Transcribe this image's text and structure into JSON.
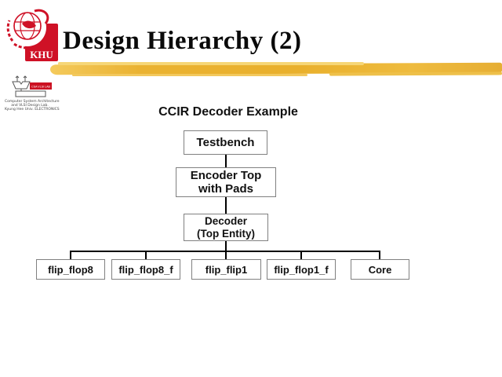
{
  "slide": {
    "title": "Design Hierarchy (2)",
    "university_logo_text": "KHU",
    "diagram_title": "CCIR Decoder Example"
  },
  "lab_logo": {
    "label": "CSA VLSI LAB",
    "caption_lines": [
      "Computer System Architecture",
      "and VLSI Design Lab.",
      "Kyung Hee Univ. ELECTRONICS"
    ]
  },
  "tree": {
    "root": "Testbench",
    "level2": "Encoder Top\nwith Pads",
    "level3": "Decoder\n(Top Entity)",
    "children": [
      "flip_flop8",
      "flip_flop8_f",
      "flip_flip1",
      "flip_flop1_f",
      "Core"
    ]
  },
  "colors": {
    "logo_red": "#cf1126",
    "stripe_gold": "#e9b02c",
    "box_border": "#808080",
    "connector": "#000000",
    "text": "#111111"
  }
}
